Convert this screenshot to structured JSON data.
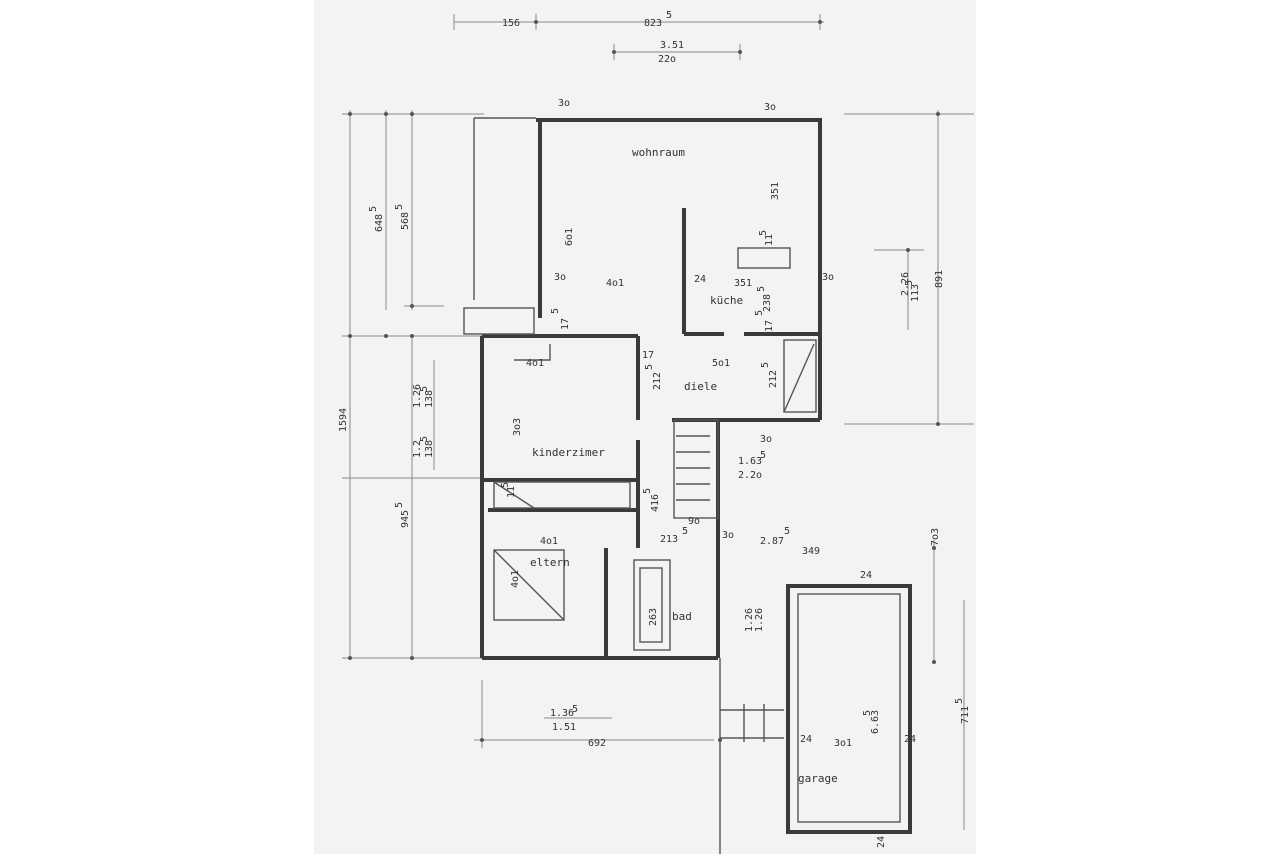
{
  "rooms": {
    "wohnraum": "wohnraum",
    "kueche": "küche",
    "diele": "diele",
    "kinderzimmer": "kinderzimer",
    "eltern": "eltern",
    "bad": "bad",
    "garage": "garage"
  },
  "dims": {
    "top_156": "156",
    "top_823": "823",
    "top_823_sup": "5",
    "top_351": "3.51",
    "top_220": "22o",
    "left_6485": "648",
    "left_6485_sup": "5",
    "left_5685": "568",
    "left_5685_sup": "5",
    "left_1594": "1594",
    "left_9455": "945",
    "left_9455_sup": "5",
    "left_126a": "1.26",
    "left_1385a": "138",
    "left_1385a_sup": "5",
    "left_126b": "1.2",
    "left_1385b": "138",
    "left_1385b_sup": "5",
    "right_891": "891",
    "right_226": "2.26",
    "right_1135": "113",
    "right_1135_sup": "5",
    "right_703": "7o3",
    "right_7115": "711",
    "right_7115_sup": "5",
    "w_30a": "3o",
    "w_30b": "3o",
    "w_601": "6o1",
    "w_351v": "351",
    "w_30c": "3o",
    "w_401a": "4o1",
    "w_24a": "24",
    "w_351h": "351",
    "w_30d": "3o",
    "w_115a": "11",
    "w_115a_sup": "5",
    "w_2385": "238",
    "w_2385_sup": "5",
    "w_175a": "17",
    "w_175a_sup": "5",
    "w_175b": "17",
    "w_175b_sup": "5",
    "w_17": "17",
    "w_401b": "4o1",
    "w_2125a": "212",
    "w_2125a_sup": "5",
    "w_501": "5o1",
    "w_2125b": "212",
    "w_2125b_sup": "5",
    "w_303": "3o3",
    "w_30e": "3o",
    "w_1635": "1.63",
    "w_1635_sup": "5",
    "w_220b": "2.2o",
    "w_115b": "11",
    "w_115b_sup": "5",
    "w_4165": "416",
    "w_4165_sup": "5",
    "w_90": "9o",
    "w_30f": "3o",
    "w_2875": "2.87",
    "w_2875_sup": "5",
    "w_401c": "4o1",
    "w_2135": "213",
    "w_2135_sup": "5",
    "w_349": "349",
    "w_401d": "4o1",
    "w_2635": "263",
    "w_126c": "1.26",
    "w_126d": "1.26",
    "w_24b": "24",
    "w_6635": "6.63",
    "w_6635_sup": "5",
    "w_1365": "1.36",
    "w_1365_sup": "5",
    "w_151": "1.51",
    "w_692": "692",
    "w_24c": "24",
    "w_301": "3o1",
    "w_24d": "24",
    "w_24e": "24"
  }
}
